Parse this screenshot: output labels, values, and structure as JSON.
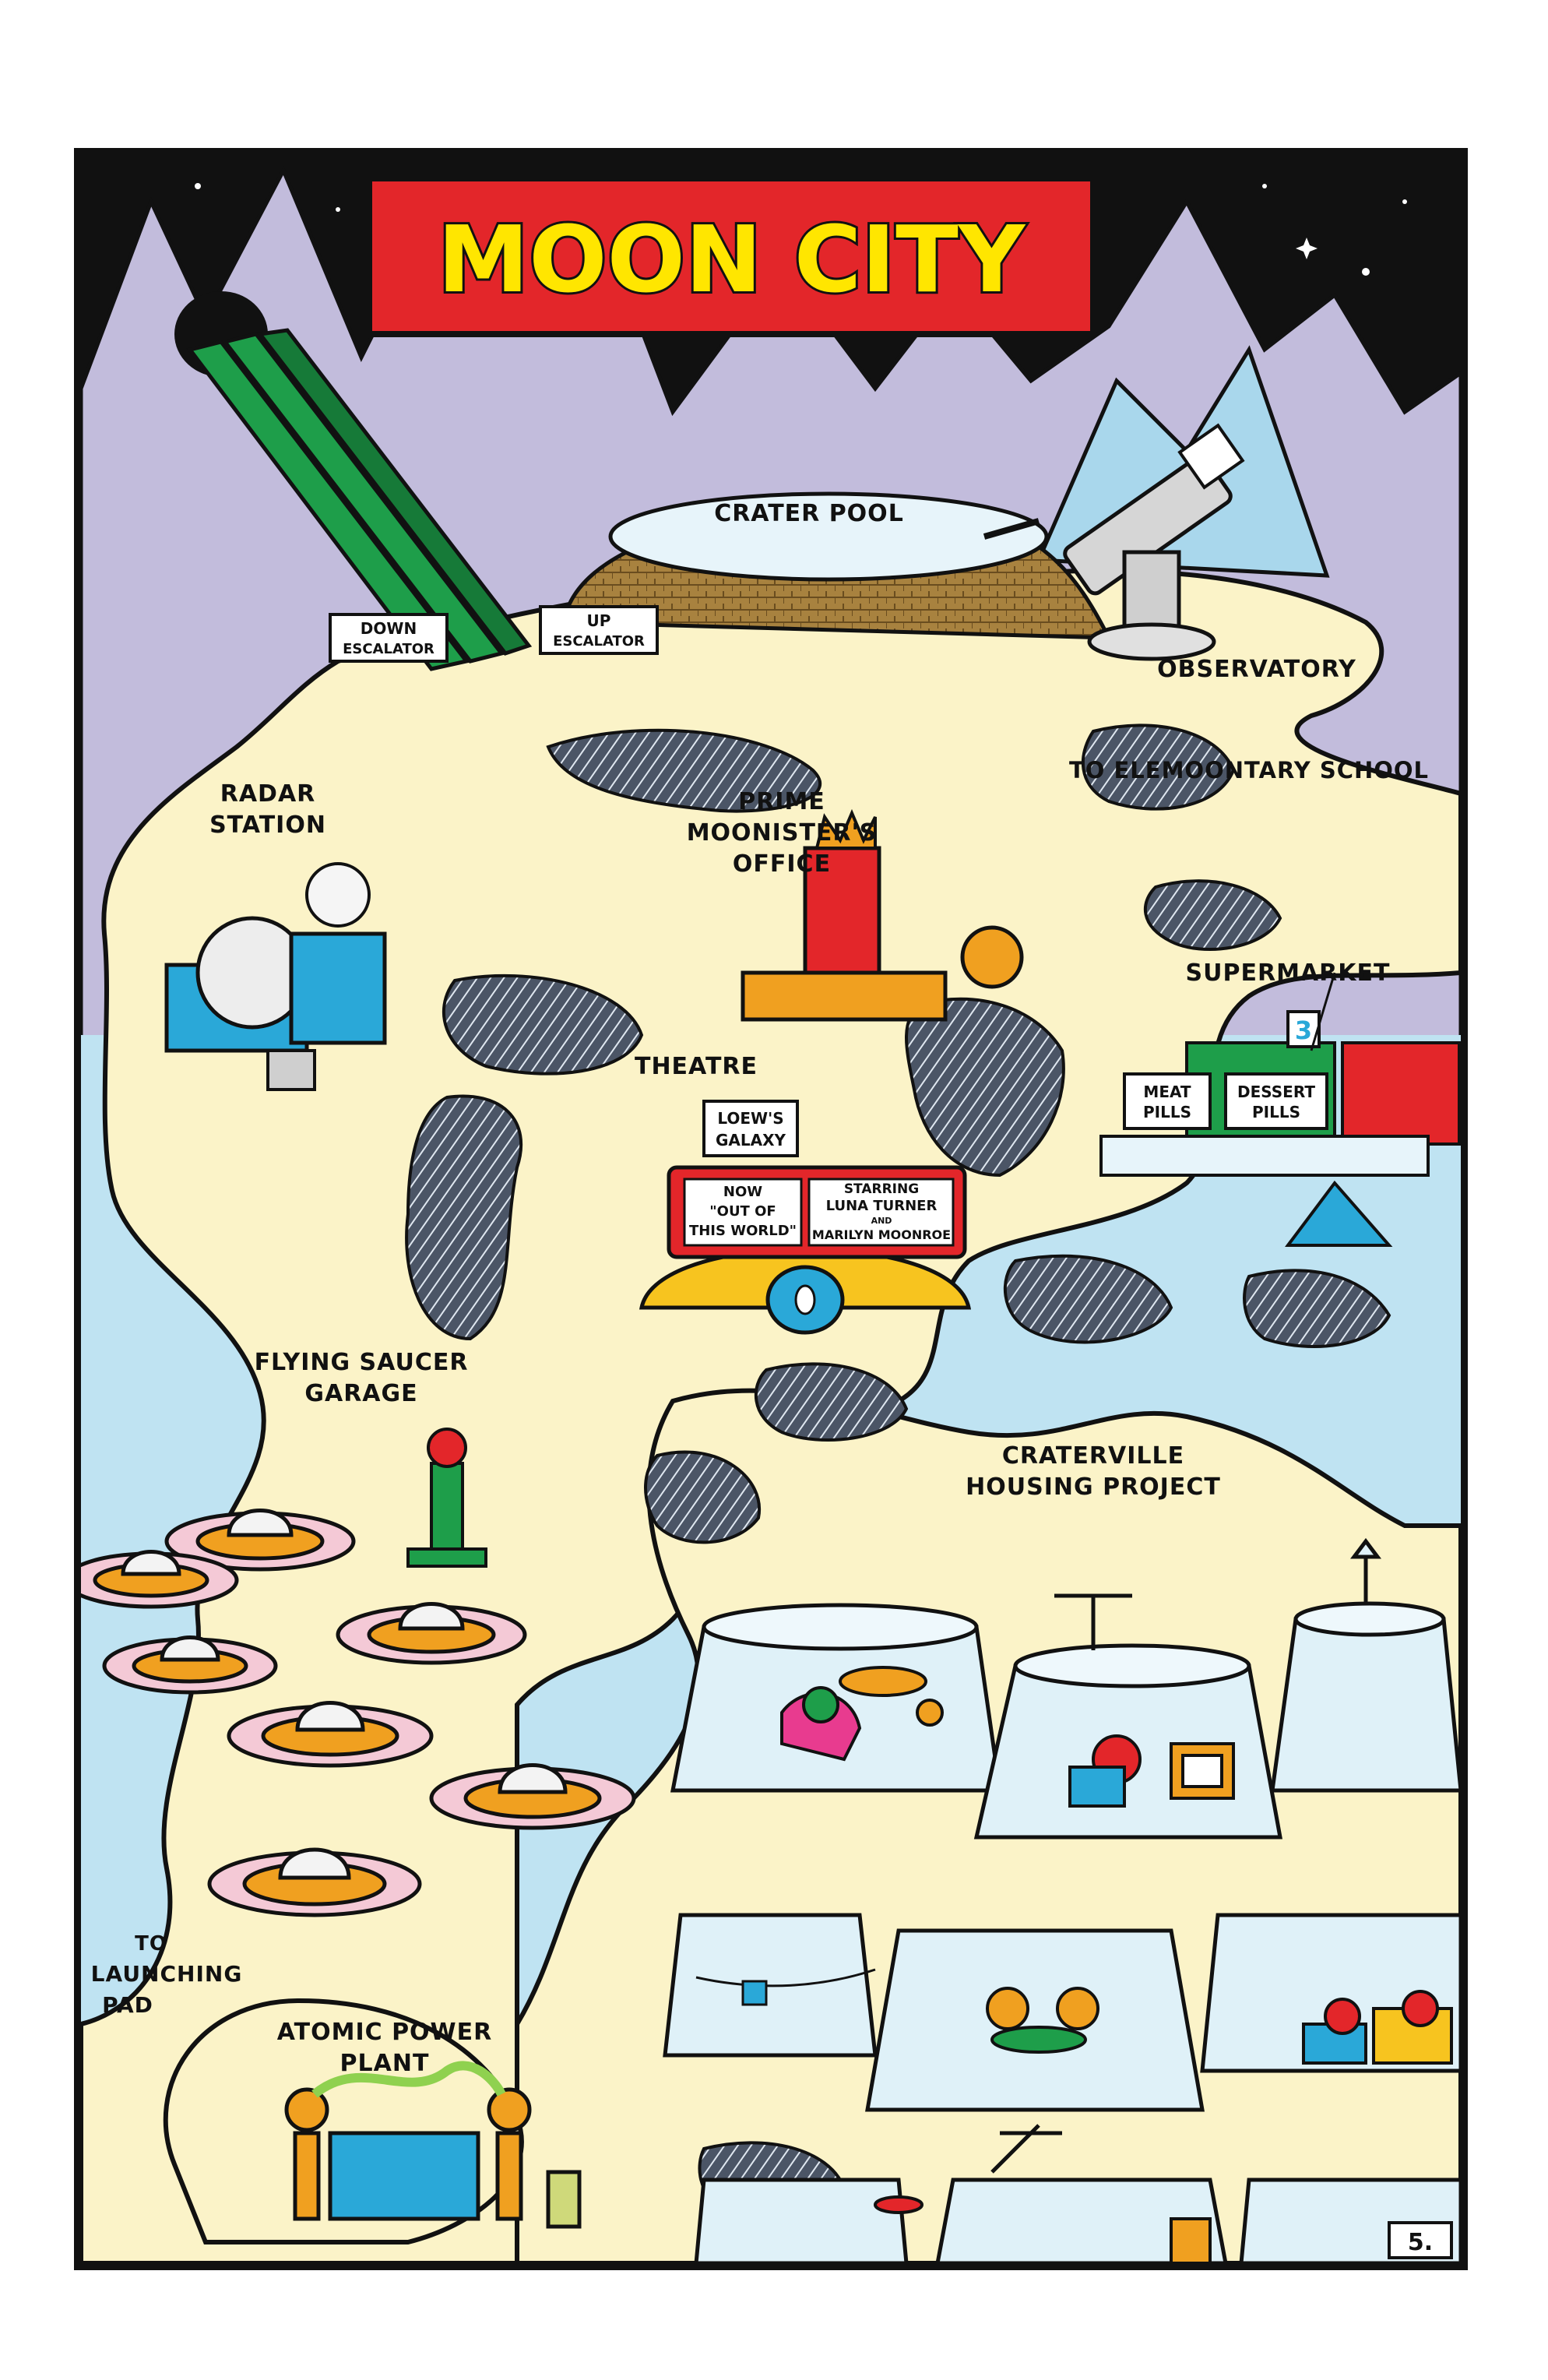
{
  "title": "MOON CITY",
  "page_number": "5.",
  "places": {
    "crater_pool": "CRATER POOL",
    "down_escalator": [
      "DOWN",
      "ESCALATOR"
    ],
    "up_escalator": [
      "UP",
      "ESCALATOR"
    ],
    "observatory": "OBSERVATORY",
    "radar_station": [
      "RADAR",
      "STATION"
    ],
    "prime_moonister": [
      "PRIME",
      "MOONISTER'S",
      "OFFICE"
    ],
    "to_school": "TO ELEMOONTARY SCHOOL",
    "supermarket": "SUPERMARKET",
    "theatre": "THEATRE",
    "flying_saucer_garage": [
      "FLYING SAUCER",
      "GARAGE"
    ],
    "craterville": [
      "CRATERVILLE",
      "HOUSING PROJECT"
    ],
    "launching_pad": [
      "TO",
      "LAUNCHING",
      "PAD"
    ],
    "atomic_power_plant": [
      "ATOMIC POWER",
      "PLANT"
    ]
  },
  "theatre_sign": {
    "name": [
      "LOEW'S",
      "GALAXY"
    ],
    "now": [
      "NOW",
      "\"OUT OF",
      "THIS WORLD\""
    ],
    "starring": [
      "STARRING",
      "LUNA TURNER",
      "AND",
      "MARILYN MOONROE"
    ]
  },
  "supermarket_signs": {
    "aisle": "3",
    "meat": [
      "MEAT",
      "PILLS"
    ],
    "dessert": [
      "DESSERT",
      "PILLS"
    ]
  },
  "colors": {
    "sky": "#111111",
    "mountains": "#c2bcdc",
    "ground": "#fbf3c8",
    "ice": "#bfe3f2",
    "title_box": "#e3262a",
    "title_text": "#ffe600",
    "escalator": "#1e9e4a"
  }
}
